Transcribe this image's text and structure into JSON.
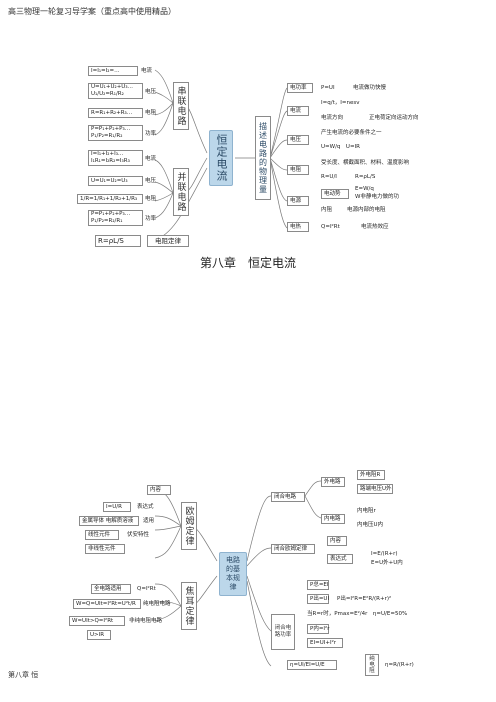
{
  "page": {
    "header": "高三物理一轮复习导学案（重点高中使用精品）",
    "chapter_caption": "第八章　恒定电流",
    "footer": "第八章 恒"
  },
  "map1": {
    "central": "恒定电流",
    "series": {
      "label": "串联电路",
      "items": [
        {
          "formula": "I=I₁=I₂=…",
          "tag": "电流"
        },
        {
          "formula": "U=U₁+U₂+U₃…",
          "formula2": "U₁/U₂=R₁/R₂",
          "tag": "电压"
        },
        {
          "formula": "R=R₁+R₂+R₃…",
          "tag": "电阻"
        },
        {
          "formula": "P=P₁+P₂+P₃…",
          "formula2": "P₁/P₂=R₁/R₂",
          "tag": "功率"
        }
      ]
    },
    "parallel": {
      "label": "并联电路",
      "items": [
        {
          "formula": "I=I₁+I₂+I₃…",
          "formula2": "I₁R₁=I₂R₂=I₃R₃",
          "tag": "电流"
        },
        {
          "formula": "U=U₁=U₂=U₃",
          "tag": "电压"
        },
        {
          "formula": "1/R=1/R₁+1/R₂+1/R₃",
          "tag": "电阻"
        },
        {
          "formula": "P=P₁+P₂+P₃…",
          "formula2": "P₁/P₂=R₂/R₁",
          "tag": "功率"
        }
      ]
    },
    "law": {
      "formula": "R=ρL/S",
      "tag": "电阻定律"
    },
    "describe": {
      "label": "描述电路的物理量",
      "items": [
        {
          "name": "电功率",
          "f1": "P=UI",
          "f2": "电流做功快慢"
        },
        {
          "name": "电流",
          "f1": "I=q/t，I=nesv",
          "f2": "电流方向",
          "f3": "正电荷定向运动方向"
        },
        {
          "name": "电压",
          "f1": "产生电流的必要条件之一",
          "f2": "U=W/q　U=IR"
        },
        {
          "name": "电阻",
          "f1": "受长度、横截面积、材料、温度影响",
          "f2": "R=U/I",
          "f3": "R=ρL/S"
        },
        {
          "name": "电源",
          "f1": "电动势",
          "f2": "E=W/q",
          "f3": "W非静电力做的功",
          "f4": "内阻",
          "f5": "电源内部的电阻"
        },
        {
          "name": "电热",
          "f1": "Q=I²Rt",
          "f2": "电流热效应"
        }
      ]
    }
  },
  "map2": {
    "central": "电路的基本规律",
    "ohm": {
      "label": "欧姆定律",
      "items": [
        {
          "a": "内容"
        },
        {
          "a": "I=U/R",
          "b": "表达式"
        },
        {
          "a": "金属导体 电解质溶液",
          "b": "适用"
        },
        {
          "a": "线性元件",
          "b": "伏安特性"
        },
        {
          "a": "非线性元件"
        }
      ]
    },
    "joule": {
      "label": "焦耳定律",
      "items": [
        {
          "a": "全电路适用",
          "b": "Q=I²Rt"
        },
        {
          "a": "W=Q=UIt=I²Rt=U²t/R",
          "b": "纯电阻电路"
        },
        {
          "a": "W=UIt>Q=I²Rt",
          "b": "非纯电阻电路"
        },
        {
          "a": "U>IR"
        }
      ]
    },
    "closed_power": {
      "label": "闭合电路",
      "items": [
        {
          "a": "外电路",
          "b": "外电阻R",
          "c": "路端电压U外"
        },
        {
          "a": "内电路",
          "b": "内电阻r",
          "c": "内电压U内"
        }
      ]
    },
    "closed_ohm": {
      "label": "闭合欧姆定律",
      "content": "内容",
      "expr_tag": "表达式",
      "expr1": "I=E/(R+r)",
      "expr2": "E=U外+U内"
    },
    "closed_power2": {
      "label": "闭合电路功率",
      "items": [
        "P总=EI",
        "P出=UI",
        "P出=I²R=E²R/(R+r)²",
        "当R=r时，Pmax=E²/4r　η=U/E=50%",
        "P内=I²r",
        "EI=UI+I²r"
      ]
    },
    "efficiency": {
      "a": "η=UI/EI=U/E",
      "b": "纯电阻",
      "c": "η=R/(R+r)"
    }
  }
}
